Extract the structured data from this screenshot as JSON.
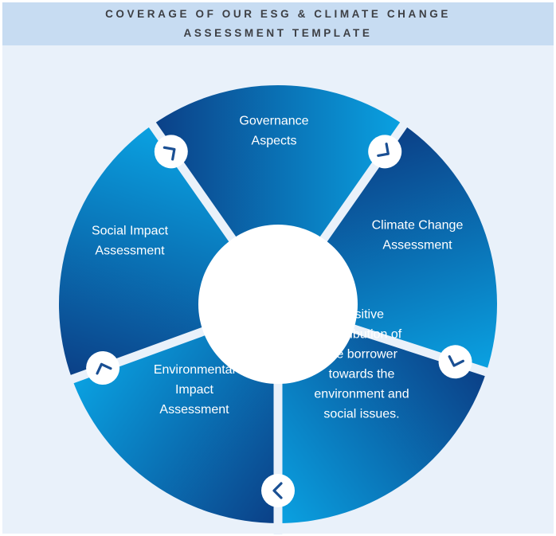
{
  "header": {
    "line1": "COVERAGE OF OUR ESG & CLIMATE CHANGE",
    "line2": "ASSESSMENT TEMPLATE"
  },
  "segments": [
    {
      "id": "governance",
      "lines": [
        "Governance",
        "Aspects"
      ]
    },
    {
      "id": "climate-change",
      "lines": [
        "Climate Change",
        "Assessment"
      ]
    },
    {
      "id": "positive-contribution",
      "lines": [
        "Positive",
        "contribution of",
        "the borrower",
        "towards the",
        "environment and",
        "social issues."
      ]
    },
    {
      "id": "environmental-impact",
      "lines": [
        "Environmental",
        "Impact",
        "Assessment"
      ]
    },
    {
      "id": "social-impact",
      "lines": [
        "Social Impact",
        "Assessment"
      ]
    }
  ],
  "colors": {
    "segment_dark": "#0b3f86",
    "segment_light": "#0aa2e2",
    "separator": "#e9f1fa",
    "arrow": "#1a4f93"
  },
  "icons": [
    "chevron-icon",
    "chevron-icon",
    "chevron-icon",
    "chevron-icon",
    "chevron-icon"
  ]
}
